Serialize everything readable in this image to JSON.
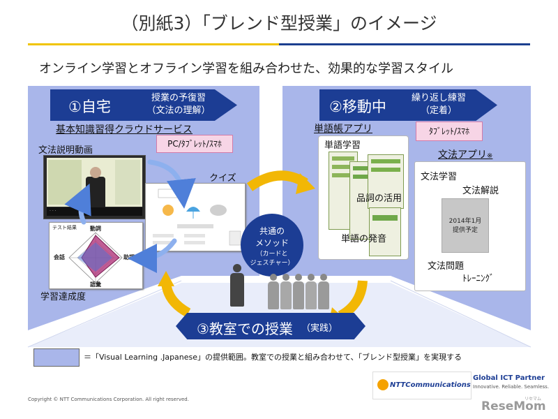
{
  "header": {
    "title": "（別紙3）「ブレンド型授業」のイメージ",
    "subtitle": "オンライン学習とオフライン学習を組み合わせた、効果的な学習スタイル"
  },
  "home": {
    "banner_main": "①自宅",
    "banner_sub_1": "授業の予復習",
    "banner_sub_2": "（文法の理解）",
    "service_label": "基本知識習得クラウドサービス",
    "device_tag": "PC/ﾀﾌﾞﾚｯﾄ/ｽﾏﾎ",
    "video_label": "文法説明動画",
    "quiz_label": "クイズ",
    "progress_label": "学習達成度",
    "radar_title": "テスト結果",
    "radar_axes": [
      "動詞",
      "助詞",
      "語彙",
      "会話"
    ]
  },
  "mobile": {
    "banner_main": "②移動中",
    "banner_sub_1": "繰り返し練習",
    "banner_sub_2": "（定着）",
    "vocab_label": "単語帳アプリ",
    "device_tag": "ﾀﾌﾞﾚｯﾄ/ｽﾏﾎ",
    "vocab_items": [
      "単語学習",
      "品詞の活用",
      "単語の発音"
    ],
    "grammar_app_label": "文法アプリ",
    "grammar_app_note": "※",
    "grammar_study": "文法学習",
    "grammar_explain": "文法解説",
    "release_1": "2014年1月",
    "release_2": "提供予定",
    "grammar_training_1": "文法問題",
    "grammar_training_2": "ﾄﾚｰﾆﾝｸﾞ"
  },
  "classroom": {
    "banner_main": "③教室での授業",
    "banner_sub": "（実践）"
  },
  "center": {
    "line1": "共通の",
    "line2": "メソッド",
    "line3": "（カードと",
    "line4": "ジェスチャー）"
  },
  "legend": {
    "text": "＝「Visual Learning .Japanese」の提供範囲。教室での授業と組み合わせて、「ブレンド型授業」を実現する"
  },
  "footer": {
    "copyright": "Copyright © NTT Communications Corporation. All right reserved.",
    "ntt_logo": "NTTCommunications",
    "global_ict": "Global ICT Partner",
    "tagline": "Innovative. Reliable. Seamless.",
    "resemom": "ReseMom",
    "resemom_kana": "リセマム"
  },
  "colors": {
    "zone": "#a9b6ea",
    "banner": "#1c3d94",
    "arrow": "#f2b705",
    "pink_tag": "#f7d5e6"
  }
}
